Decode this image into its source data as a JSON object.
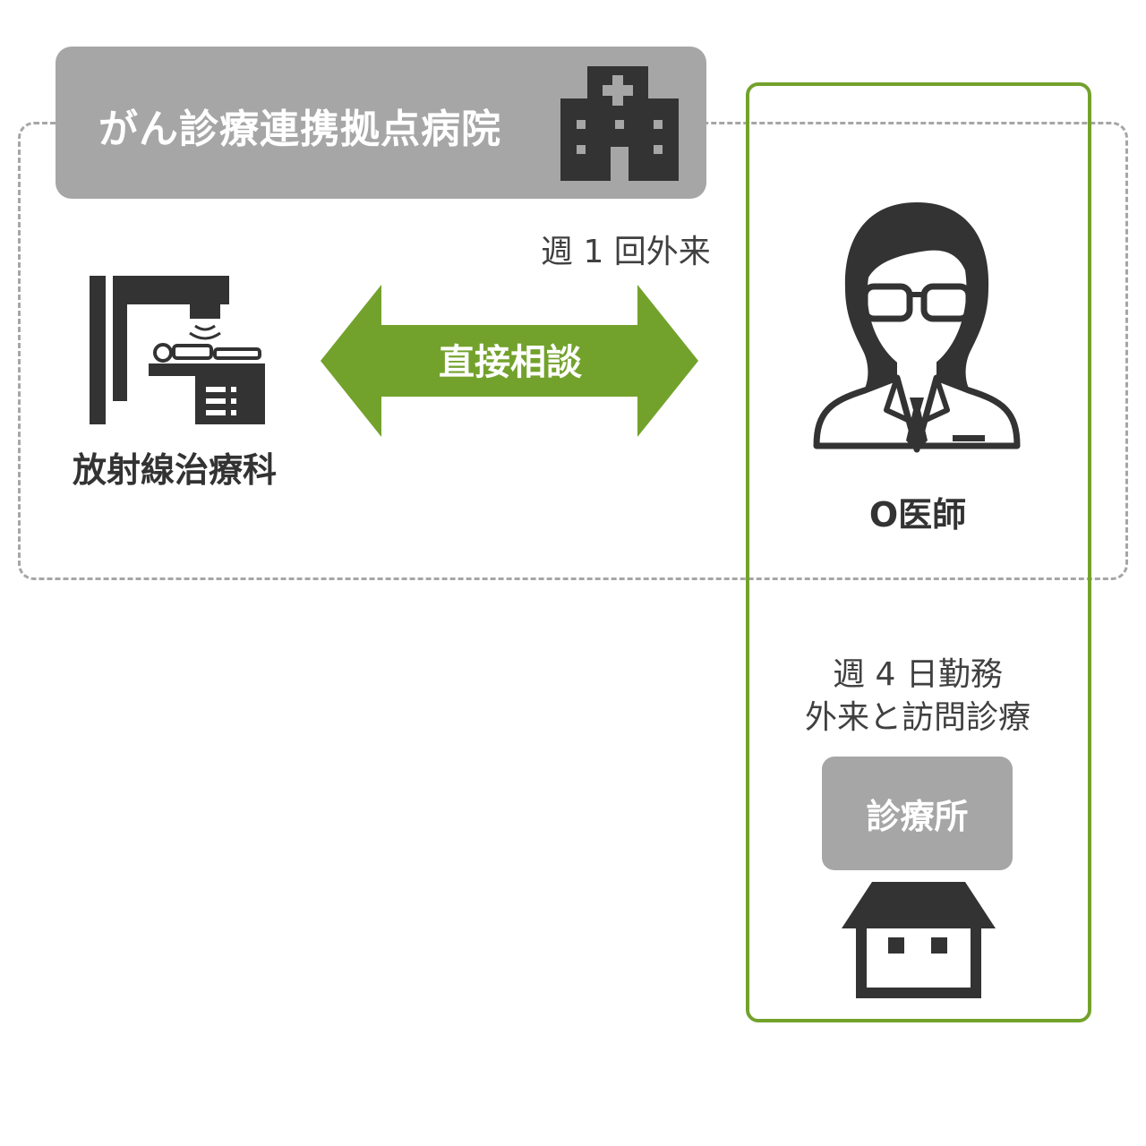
{
  "hospital": {
    "title": "がん診療連携拠点病院",
    "department": "放射線治療科",
    "icon": "hospital-building-icon"
  },
  "connection": {
    "arrow_label": "直接相談",
    "frequency_label": "週 1 回外来",
    "arrow_color": "#73a22c"
  },
  "doctor": {
    "name": "O医師",
    "icon": "female-doctor-icon",
    "schedule_line1": "週 4 日勤務",
    "schedule_line2": "外来と訪問診療"
  },
  "clinic": {
    "label": "診療所",
    "icon": "house-icon"
  },
  "colors": {
    "header_gray": "#a6a6a6",
    "icon_dark": "#333333",
    "accent_green": "#73a22c"
  }
}
